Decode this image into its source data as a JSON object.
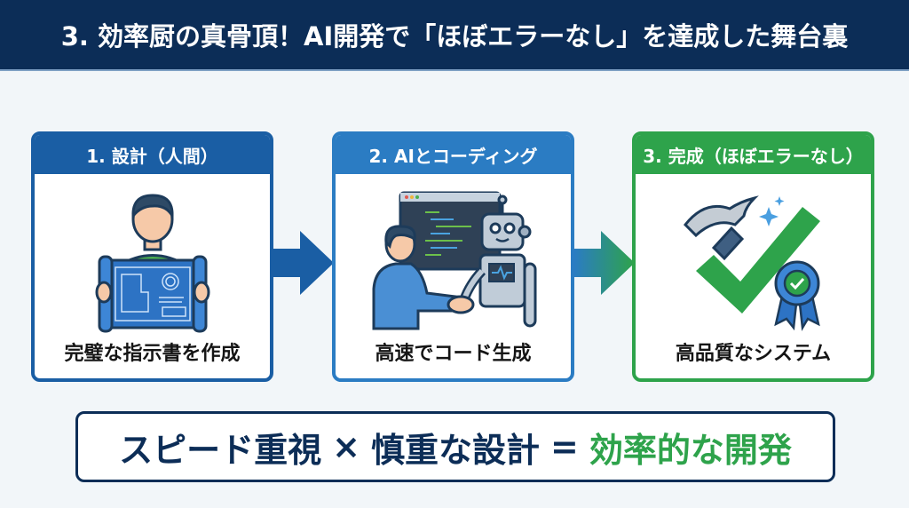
{
  "header": {
    "title": "3. 効率厨の真骨頂！AI開発で「ほぼエラーなし」を達成した舞台裏"
  },
  "steps": [
    {
      "title": "1. 設計（人間）",
      "caption": "完璧な指示書を作成",
      "icon": "person-holding-blueprint-icon",
      "color": "#1a5ea4"
    },
    {
      "title": "2. AIとコーディング",
      "caption": "高速でコード生成",
      "icon": "human-robot-handshake-icon",
      "color": "#2b7cc3"
    },
    {
      "title": "3. 完成（ほぼエラーなし）",
      "caption": "高品質なシステム",
      "icon": "hammer-checkmark-badge-icon",
      "color": "#2ea34b"
    }
  ],
  "arrows": [
    {
      "icon": "arrow-right-icon",
      "color": "#1a5ea4"
    },
    {
      "icon": "arrow-right-icon",
      "color_from": "#2b7cc3",
      "color_to": "#2ea34b"
    }
  ],
  "formula": {
    "term1": "スピード重視",
    "operator1": "×",
    "term2": "慎重な設計",
    "operator2": "=",
    "result": "効率的な開発",
    "color_dark": "#0c2d57",
    "color_result": "#2ea34b"
  },
  "colors": {
    "header_bg": "#0c2d57",
    "background": "#f2f6f9"
  }
}
